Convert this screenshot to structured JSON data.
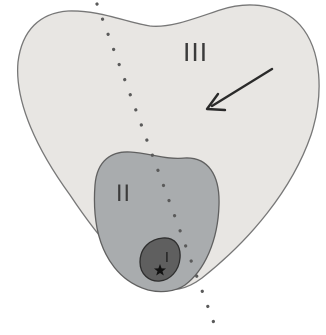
{
  "diagram": {
    "labels": {
      "outer_region": "III",
      "middle_region": "II",
      "inner_region": "I"
    },
    "colors": {
      "background": "#ffffff",
      "outer_fill": "#e8e6e3",
      "outer_stroke": "#777777",
      "middle_fill": "#a9acae",
      "middle_stroke": "#606060",
      "inner_fill": "#5f5f5f",
      "inner_stroke": "#2e2e2e",
      "dotted_line": "#5a5a5a",
      "arrow": "#2a2a2a",
      "label_text": "#3b3b3b"
    },
    "icons": {
      "arrow": "arrow-down-left-icon",
      "star_marker": "star-icon"
    }
  }
}
